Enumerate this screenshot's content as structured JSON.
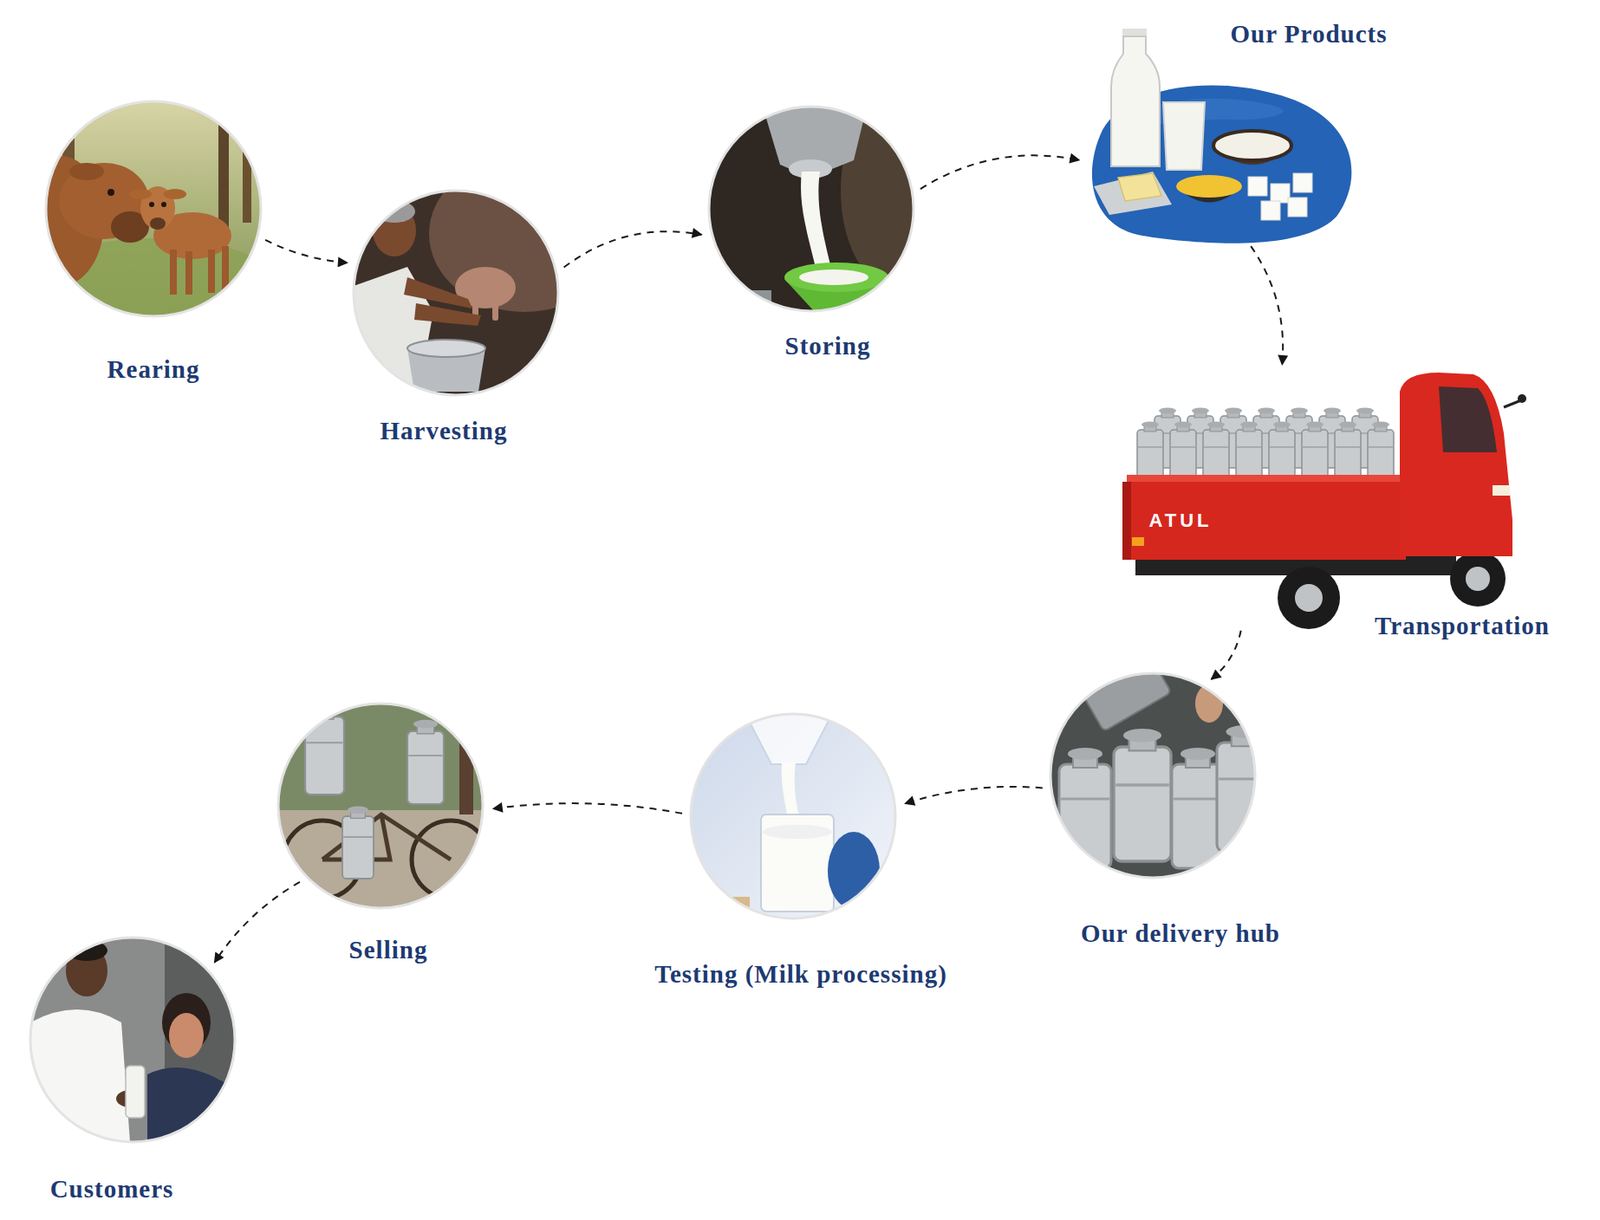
{
  "diagram": {
    "nodes": [
      {
        "text": [
          "Rearing"
        ]
      },
      {
        "text": [
          "Harvesting"
        ]
      },
      {
        "text": [
          "Storing"
        ]
      },
      {
        "text": [
          "Our Products"
        ]
      },
      {
        "text": [
          "Transportation"
        ]
      },
      {
        "text": [
          "Our delivery hub"
        ]
      },
      {
        "text": [
          "Testing (Milk processing)"
        ]
      },
      {
        "text": [
          "Selling"
        ]
      },
      {
        "text": [
          "Customers"
        ]
      }
    ],
    "edges": [
      {
        "from": 0,
        "to": 1,
        "arrow": "to"
      },
      {
        "from": 1,
        "to": 2,
        "arrow": "to"
      },
      {
        "from": 2,
        "to": 3,
        "arrow": "to"
      },
      {
        "from": 3,
        "to": 4,
        "arrow": "to"
      },
      {
        "from": 4,
        "to": 5,
        "arrow": "to"
      },
      {
        "from": 5,
        "to": 6,
        "arrow": "to"
      },
      {
        "from": 6,
        "to": 7,
        "arrow": "to"
      },
      {
        "from": 7,
        "to": 8,
        "arrow": "to"
      }
    ],
    "labels": [
      "ATUL"
    ]
  }
}
